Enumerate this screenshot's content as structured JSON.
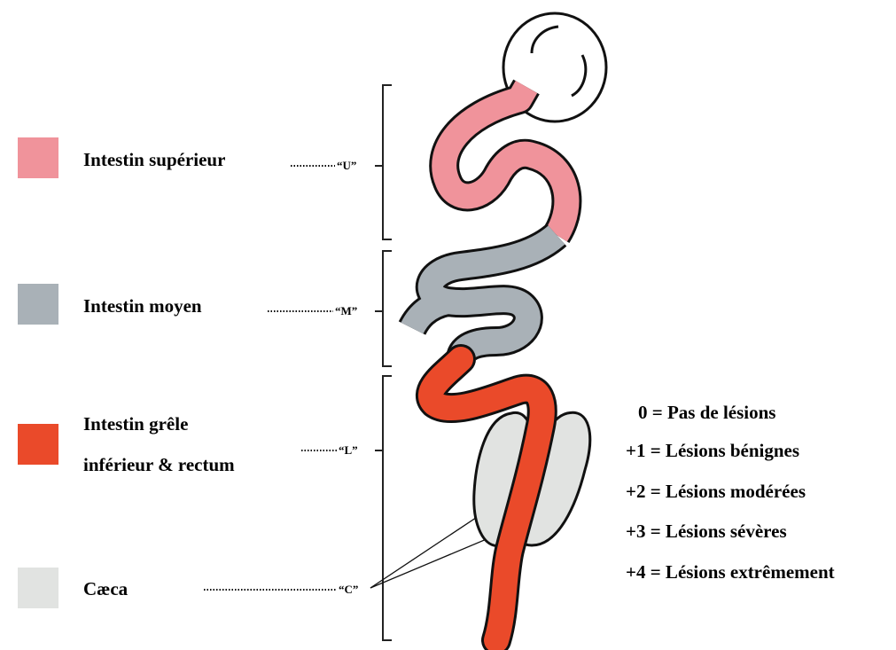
{
  "legend": [
    {
      "label": "Intestin supérieur",
      "code": "“U”",
      "color": "#f0939b"
    },
    {
      "label": "Intestin moyen",
      "code": "“M”",
      "color": "#a9b1b7"
    },
    {
      "label_line1": "Intestin grêle",
      "label_line2": "inférieur & rectum",
      "code": "“L”",
      "color": "#ea4a2a"
    },
    {
      "label": "Cæca",
      "code": "“C”",
      "color": "#e1e3e1"
    }
  ],
  "scores": [
    "0 = Pas de lésions",
    "+1 = Lésions bénignes",
    "+2 = Lésions modérées",
    "+3 = Lésions sévères",
    "+4 = Lésions extrêmement"
  ]
}
